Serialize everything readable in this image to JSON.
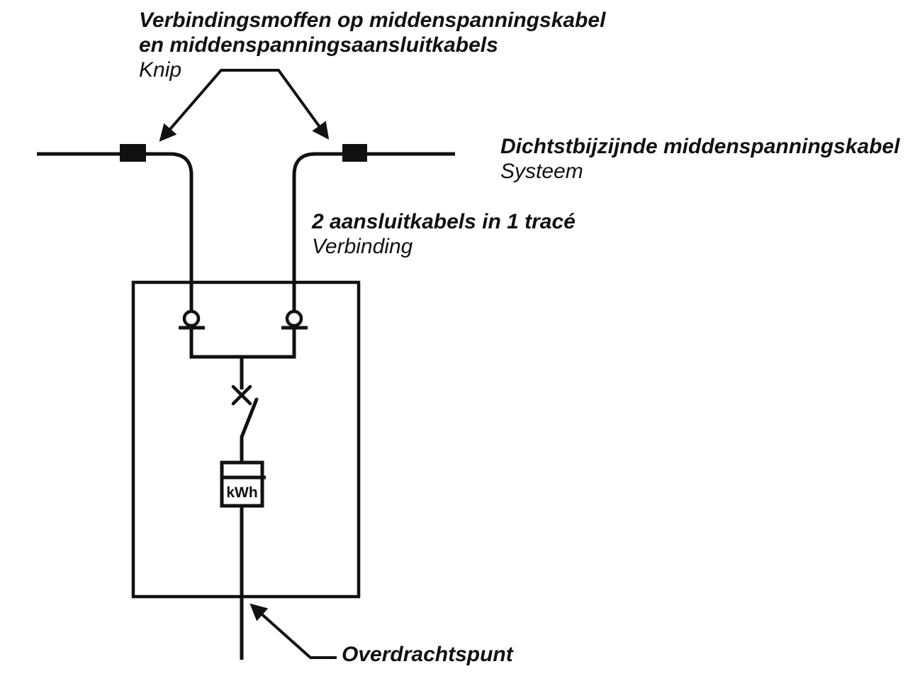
{
  "colors": {
    "background": "#ffffff",
    "ink": "#111111"
  },
  "labels": {
    "verbindingsmoffen": {
      "line1": "Verbindingsmoffen op middenspanningskabel",
      "line2": "en middenspanningsaansluitkabels",
      "sub": "Knip"
    },
    "middenspanningskabel": {
      "line1": "Dichtstbijzijnde middenspanningskabel",
      "sub": "Systeem"
    },
    "aansluitkabels": {
      "line1": "2 aansluitkabels in 1 tracé",
      "sub": "Verbinding"
    },
    "overdrachtspunt": {
      "line1": "Overdrachtspunt"
    },
    "meter": {
      "label": "kWh"
    }
  }
}
